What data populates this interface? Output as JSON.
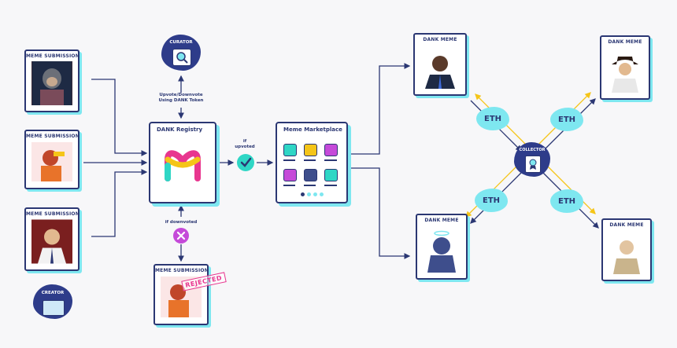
{
  "nodes": {
    "meme_submission_1": "MEME SUBMISSION",
    "meme_submission_2": "MEME SUBMISSION",
    "meme_submission_3": "MEME SUBMISSION",
    "meme_submission_rejected": "MEME SUBMISSION",
    "creator": "CREATOR",
    "curator": "CURATOR",
    "registry": "DANK Registry",
    "marketplace": "Meme Marketplace",
    "collector": "COLLECTOR",
    "dank_meme_1": "DANK MEME",
    "dank_meme_2": "DANK MEME",
    "dank_meme_3": "DANK MEME",
    "dank_meme_4": "DANK MEME"
  },
  "labels": {
    "vote": "Upvote/Downvote Using DANK Token",
    "upvoted": "if upvoted",
    "downvoted": "if downvoted",
    "rejected": "REJECTED",
    "eth": [
      "ETH",
      "ETH",
      "ETH",
      "ETH"
    ]
  },
  "colors": {
    "navy": "#2b3773",
    "cyan": "#7ee7f0",
    "yellow": "#f5c518",
    "pink": "#e8368f",
    "purple": "#c54ad9",
    "teal": "#2fd6c5"
  },
  "icons": {
    "curator": "magnifier-icon",
    "creator": "document-icon",
    "collector": "certificate-icon",
    "upvoted": "check-circle-icon",
    "downvoted": "x-circle-icon"
  }
}
